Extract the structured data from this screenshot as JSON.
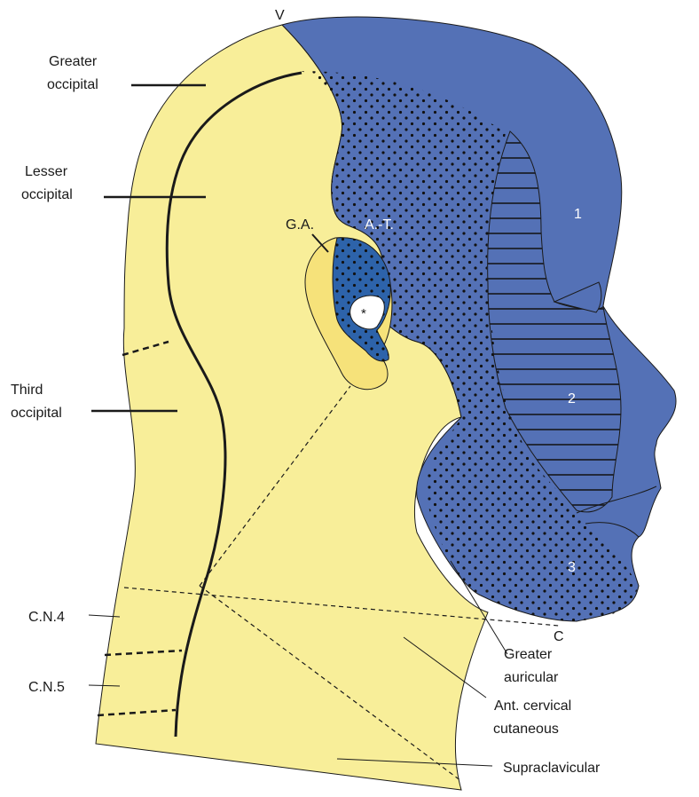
{
  "labels": {
    "vertex": "V",
    "greater_occipital": [
      "Greater",
      "occipital"
    ],
    "lesser_occipital": [
      "Lesser",
      "occipital"
    ],
    "third_occipital": [
      "Third",
      "occipital"
    ],
    "cn4": "C.N.4",
    "cn5": "C.N.5",
    "ga": "G.A.",
    "at": "A.-T.",
    "asterisk": "*",
    "zone1": "1",
    "zone2": "2",
    "zone3": "3",
    "c": "C",
    "greater_auricular": [
      "Greater",
      "auricular"
    ],
    "ant_cervical_cutaneous": [
      "Ant. cervical",
      "cutaneous"
    ],
    "supraclavicular": "Supraclavicular"
  },
  "colors": {
    "cervical_yellow": "#f8ee99",
    "great_auricular_yellow": "#f6e27a",
    "trigeminal_blue": "#5471b6",
    "auriculotemporal_blue": "#2d63aa",
    "outline": "#1a1a1a"
  }
}
